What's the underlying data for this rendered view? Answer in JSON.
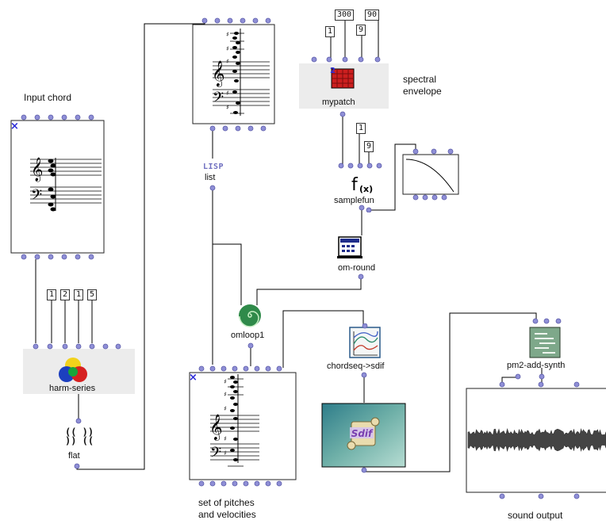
{
  "labels": {
    "input_chord": "Input chord",
    "spectral_envelope": "spectral\nenvelope",
    "mypatch": "mypatch",
    "samplefun": "samplefun",
    "om_round": "om-round",
    "lisp_icon": "LISP",
    "list": "list",
    "omloop1": "omloop1",
    "harm_series": "harm-series",
    "flat": "flat",
    "chordseq_sdif": "chordseq->sdif",
    "pm2_add_synth": "pm2-add-synth",
    "set_of_pitches": "set of pitches\nand velocities",
    "sound_output": "sound output",
    "sdif_icon": "Sdif"
  },
  "inputs": {
    "mypatch_a": "300",
    "mypatch_b": "90",
    "mypatch_c": "1",
    "mypatch_d": "9",
    "samplefun_a": "1",
    "samplefun_b": "9",
    "harm_a": "1",
    "harm_b": "2",
    "harm_c": "1",
    "harm_d": "5"
  },
  "colors": {
    "port": "#8f8fd6",
    "wire": "#000000",
    "patch_red": "#cc1f1f",
    "loop_green": "#2f8a4a",
    "sdif_bg": "#3f9a8c"
  }
}
